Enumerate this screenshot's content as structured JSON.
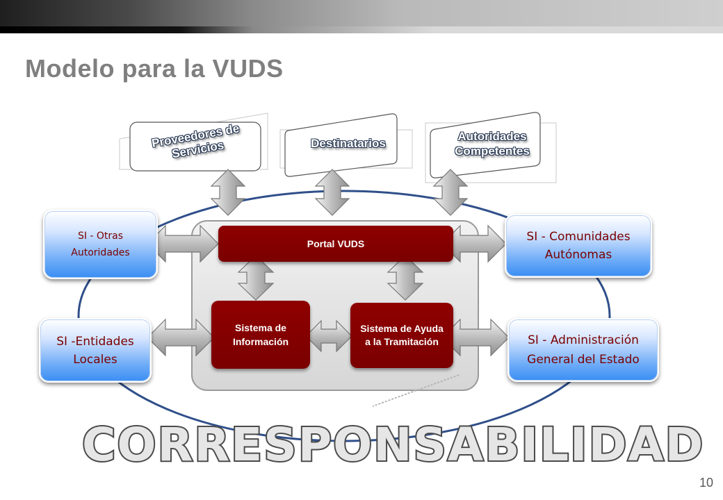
{
  "title": "Modelo para la VUDS",
  "page_number": "10",
  "footer_word": "CORRESPONSABILIDAD",
  "top_boxes": {
    "providers": "Proveedores de Servicios",
    "recipients": "Destinatarios",
    "authorities": "Autoridades Competentes"
  },
  "portal": "Portal VUDS",
  "info_system": "Sistema de Información",
  "help_system": "Sistema de Ayuda a la Tramitación",
  "si": {
    "other_authorities": "SI  -  Otras Autoridades",
    "local_entities": "SI -Entidades Locales",
    "autonomous_communities": "SI -  Comunidades Autónomas",
    "state_administration": "SI - Administración General del Estado"
  },
  "colors": {
    "accent_red": "#7a0000",
    "si_blue": "#3a8ef3",
    "title_gray": "#7f7f7f",
    "ellipse_blue": "#2f4f8a"
  }
}
